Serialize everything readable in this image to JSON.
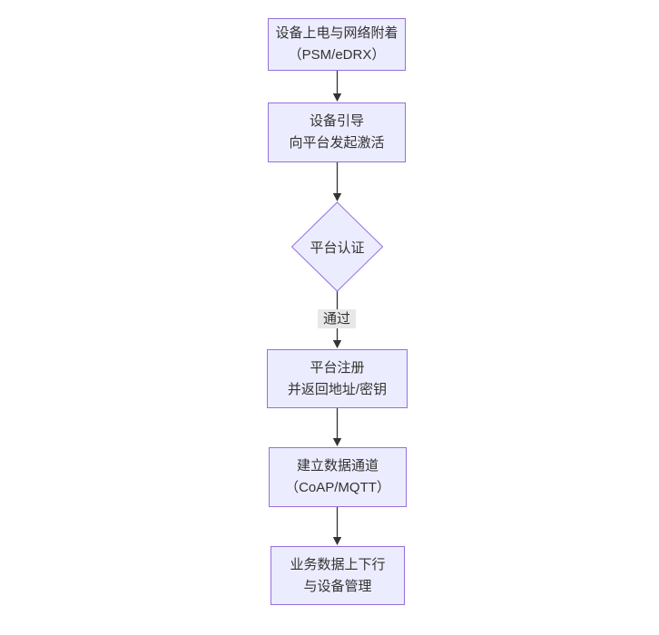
{
  "diagram": {
    "type": "flowchart",
    "direction": "top-down",
    "colors": {
      "background": "#ffffff",
      "node_fill": "#ececff",
      "node_border": "#9370db",
      "text": "#333333",
      "edge": "#333333",
      "edge_label_bg": "#e8e8e8"
    },
    "nodes": [
      {
        "id": "power-on-attach",
        "shape": "rectangle",
        "line1": "设备上电与网络附着",
        "line2": "（PSM/eDRX）"
      },
      {
        "id": "device-bootstrap",
        "shape": "rectangle",
        "line1": "设备引导",
        "line2": "向平台发起激活"
      },
      {
        "id": "platform-auth",
        "shape": "diamond",
        "line1": "平台认证",
        "line2": ""
      },
      {
        "id": "platform-register",
        "shape": "rectangle",
        "line1": "平台注册",
        "line2": "并返回地址/密钥"
      },
      {
        "id": "data-channel",
        "shape": "rectangle",
        "line1": "建立数据通道",
        "line2": "（CoAP/MQTT）"
      },
      {
        "id": "business-data",
        "shape": "rectangle",
        "line1": "业务数据上下行",
        "line2": "与设备管理"
      }
    ],
    "edges": [
      {
        "from": "power-on-attach",
        "to": "device-bootstrap",
        "label": ""
      },
      {
        "from": "device-bootstrap",
        "to": "platform-auth",
        "label": ""
      },
      {
        "from": "platform-auth",
        "to": "platform-register",
        "label": "通过"
      },
      {
        "from": "platform-register",
        "to": "data-channel",
        "label": ""
      },
      {
        "from": "data-channel",
        "to": "business-data",
        "label": ""
      }
    ]
  }
}
